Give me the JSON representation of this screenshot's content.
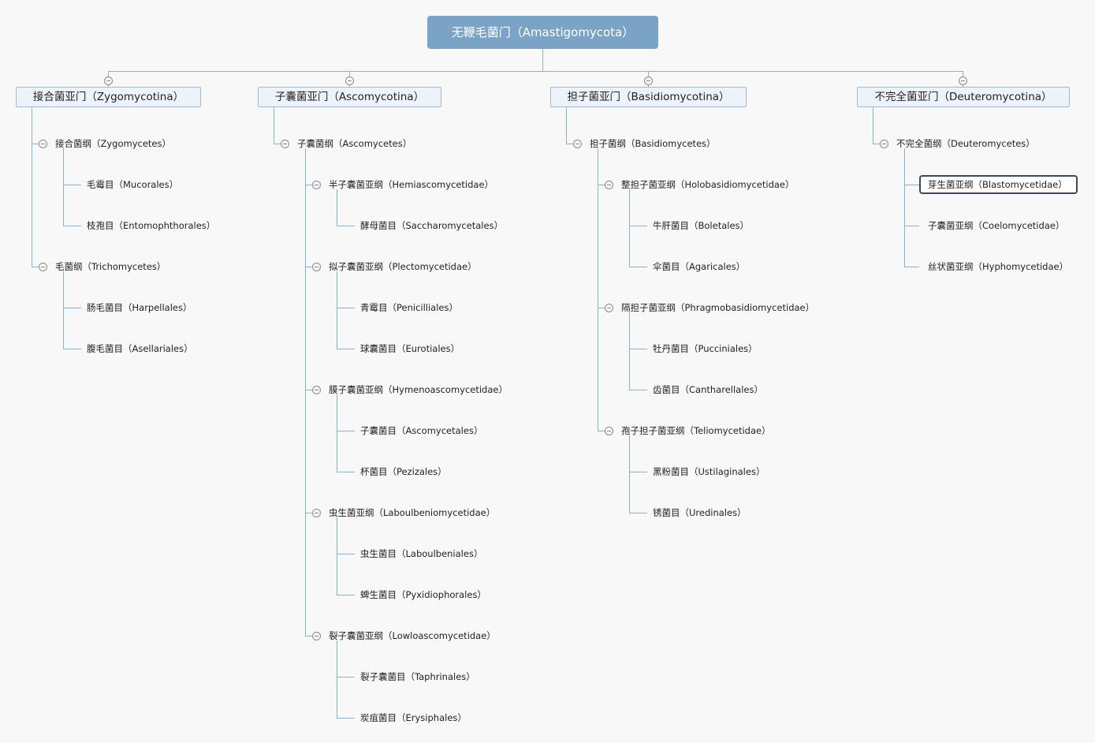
{
  "root": {
    "label": "无鞭毛菌门（Amastigomycota）"
  },
  "subphyla": [
    {
      "id": "zygo",
      "label": "接合菌亚门（Zygomycotina）",
      "classes": [
        {
          "id": "zygo-c1",
          "label": "接合菌纲（Zygomycetes）",
          "children": [
            {
              "id": "zygo-c1-o1",
              "label": "毛霉目（Mucorales）"
            },
            {
              "id": "zygo-c1-o2",
              "label": "枝孢目（Entomophthorales）"
            }
          ]
        },
        {
          "id": "zygo-c2",
          "label": "毛菌纲（Trichomycetes）",
          "children": [
            {
              "id": "zygo-c2-o1",
              "label": "肠毛菌目（Harpellales）"
            },
            {
              "id": "zygo-c2-o2",
              "label": "腹毛菌目（Asellariales）"
            }
          ]
        }
      ]
    },
    {
      "id": "asco",
      "label": "子囊菌亚门（Ascomycotina）",
      "classes": [
        {
          "id": "asco-c1",
          "label": "子囊菌纲（Ascomycetes）",
          "children": [
            {
              "id": "asco-s1",
              "label": "半子囊菌亚纲（Hemiascomycetidae）",
              "children": [
                {
                  "id": "asco-s1-o1",
                  "label": "酵母菌目（Saccharomycetales）"
                }
              ]
            },
            {
              "id": "asco-s2",
              "label": "拟子囊菌亚纲（Plectomycetidae）",
              "children": [
                {
                  "id": "asco-s2-o1",
                  "label": "青霉目（Penicilliales）"
                },
                {
                  "id": "asco-s2-o2",
                  "label": "球囊菌目（Eurotiales）"
                }
              ]
            },
            {
              "id": "asco-s3",
              "label": "膜子囊菌亚纲（Hymenoascomycetidae）",
              "children": [
                {
                  "id": "asco-s3-o1",
                  "label": "子囊菌目（Ascomycetales）"
                },
                {
                  "id": "asco-s3-o2",
                  "label": "杯菌目（Pezizales）"
                }
              ]
            },
            {
              "id": "asco-s4",
              "label": "虫生菌亚纲（Laboulbeniomycetidae）",
              "children": [
                {
                  "id": "asco-s4-o1",
                  "label": "虫生菌目（Laboulbeniales）"
                },
                {
                  "id": "asco-s4-o2",
                  "label": "蜱生菌目（Pyxidiophorales）"
                }
              ]
            },
            {
              "id": "asco-s5",
              "label": "裂子囊菌亚纲（Lowloascomycetidae）",
              "children": [
                {
                  "id": "asco-s5-o1",
                  "label": "裂子囊菌目（Taphrinales）"
                },
                {
                  "id": "asco-s5-o2",
                  "label": "炭疽菌目（Erysiphales）"
                }
              ]
            }
          ]
        }
      ]
    },
    {
      "id": "basi",
      "label": "担子菌亚门（Basidiomycotina）",
      "classes": [
        {
          "id": "basi-c1",
          "label": "担子菌纲（Basidiomycetes）",
          "children": [
            {
              "id": "basi-s1",
              "label": "整担子菌亚纲（Holobasidiomycetidae）",
              "children": [
                {
                  "id": "basi-s1-o1",
                  "label": "牛肝菌目（Boletales）"
                },
                {
                  "id": "basi-s1-o2",
                  "label": "伞菌目（Agaricales）"
                }
              ]
            },
            {
              "id": "basi-s2",
              "label": "隔担子菌亚纲（Phragmobasidiomycetidae）",
              "children": [
                {
                  "id": "basi-s2-o1",
                  "label": "牡丹菌目（Pucciniales）"
                },
                {
                  "id": "basi-s2-o2",
                  "label": "齿菌目（Cantharellales）"
                }
              ]
            },
            {
              "id": "basi-s3",
              "label": "孢子担子菌亚纲（Teliomycetidae）",
              "children": [
                {
                  "id": "basi-s3-o1",
                  "label": "黑粉菌目（Ustilaginales）"
                },
                {
                  "id": "basi-s3-o2",
                  "label": "锈菌目（Uredinales）"
                }
              ]
            }
          ]
        }
      ]
    },
    {
      "id": "deut",
      "label": "不完全菌亚门（Deuteromycotina）",
      "classes": [
        {
          "id": "deut-c1",
          "label": "不完全菌纲（Deuteromycetes）",
          "children": [
            {
              "id": "deut-s1",
              "label": "芽生菌亚纲（Blastomycetidae）",
              "selected": true
            },
            {
              "id": "deut-s2",
              "label": "子囊菌亚纲（Coelomycetidae）"
            },
            {
              "id": "deut-s3",
              "label": "丝状菌亚纲（Hyphomycetidae）"
            }
          ]
        }
      ]
    }
  ],
  "colors": {
    "line": "#8ab0d0",
    "root_fill": "#7aa3c5",
    "selected_border": "#3b4a5a"
  }
}
